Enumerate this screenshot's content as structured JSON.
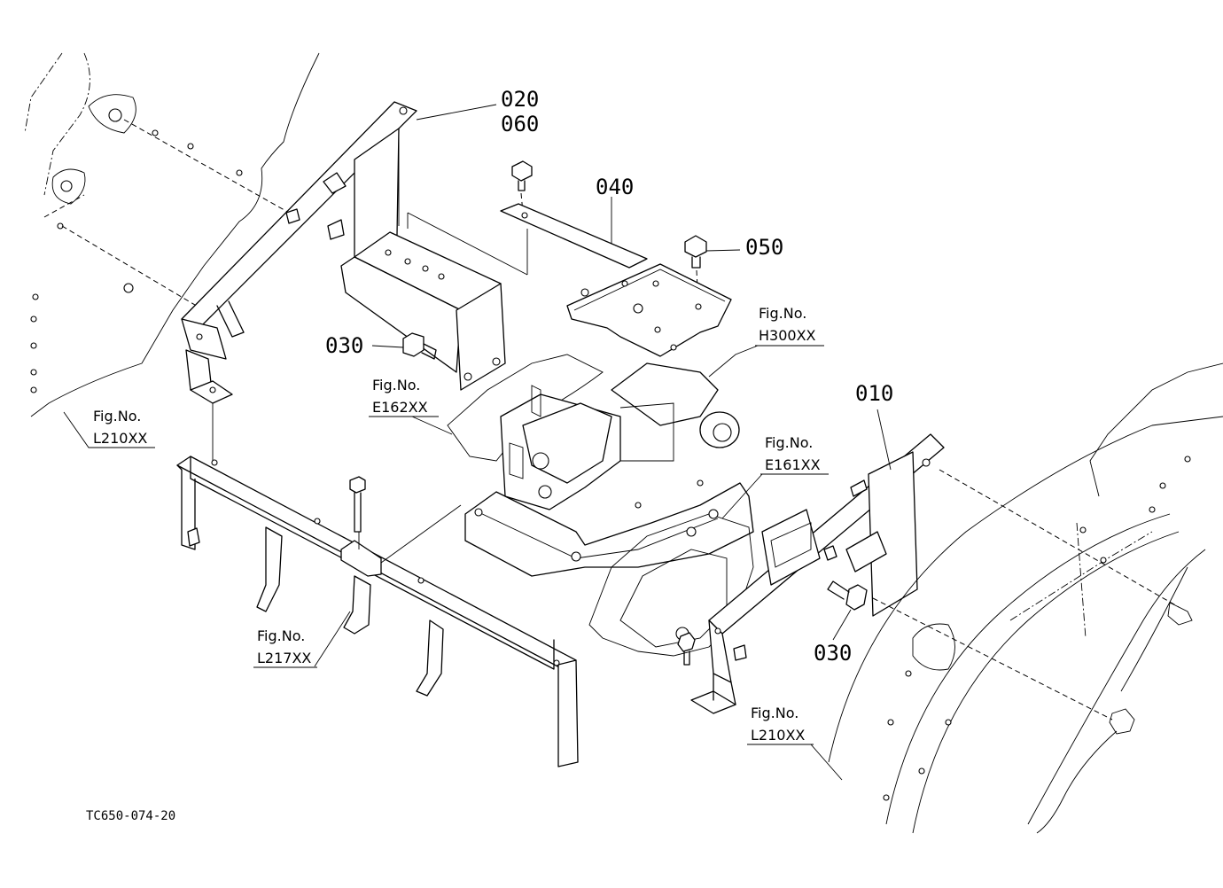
{
  "parts": {
    "p010": "010",
    "p020": "020",
    "p030a": "030",
    "p030b": "030",
    "p040": "040",
    "p050": "050",
    "p060": "060"
  },
  "refs": {
    "fig_label": "Fig.No.",
    "h300": "H300XX",
    "e162": "E162XX",
    "e161": "E161XX",
    "l210_left": "L210XX",
    "l210_right": "L210XX",
    "l217": "L217XX"
  },
  "drawing_code": "TC650-074-20"
}
